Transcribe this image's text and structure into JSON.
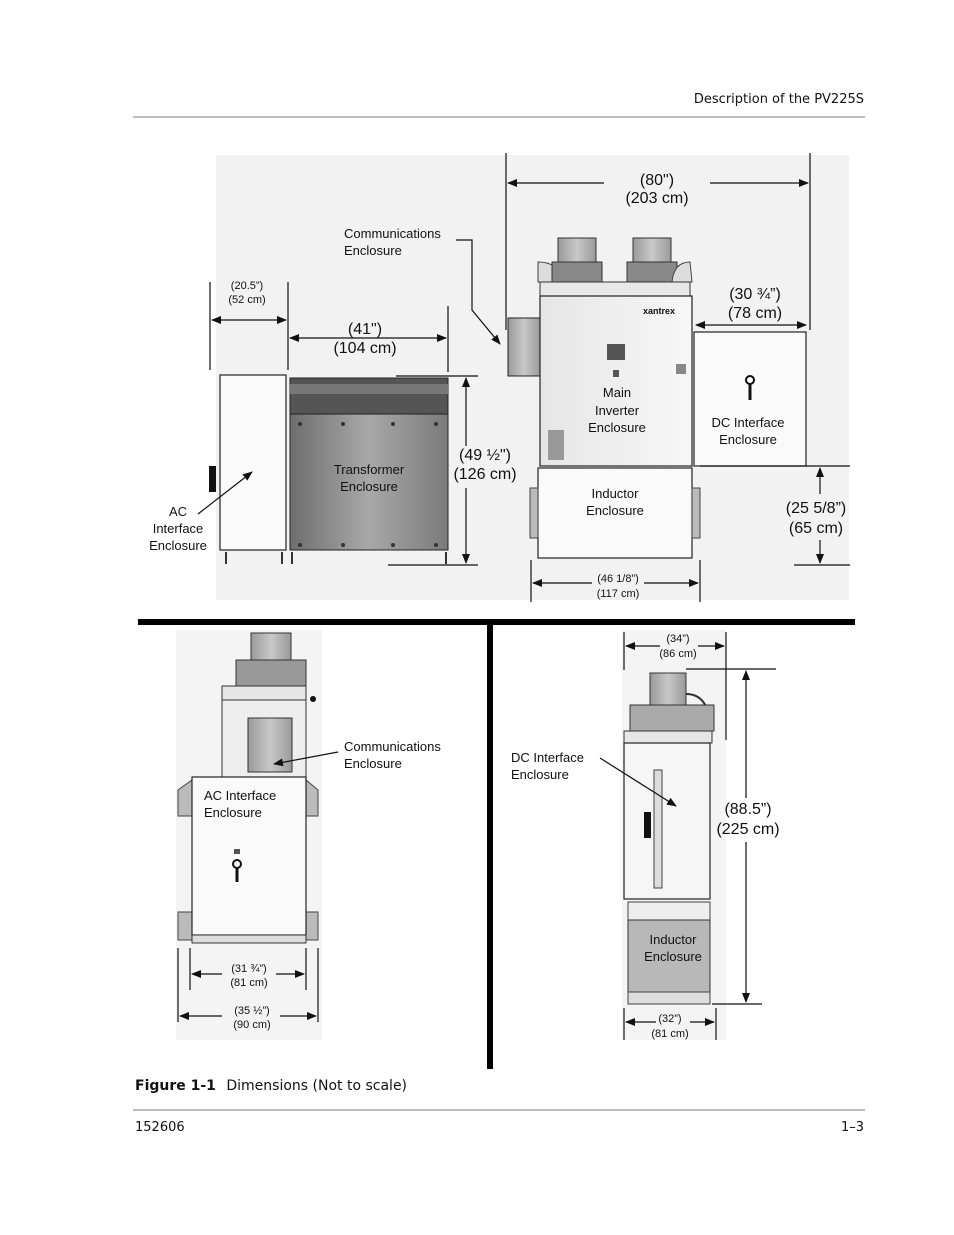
{
  "header": {
    "section_title": "Description of the PV225S"
  },
  "figure": {
    "number": "Figure 1-1",
    "caption": "Dimensions (Not to scale)",
    "brand_mark": "xantrex",
    "top_view": {
      "labels": {
        "communications_enclosure": [
          "Communications",
          "Enclosure"
        ],
        "ac_interface_enclosure": [
          "AC",
          "Interface",
          "Enclosure"
        ],
        "transformer_enclosure": [
          "Transformer",
          "Enclosure"
        ],
        "main_inverter_enclosure": [
          "Main",
          "Inverter",
          "Enclosure"
        ],
        "dc_interface_enclosure": [
          "DC Interface",
          "Enclosure"
        ],
        "inductor_enclosure": [
          "Inductor",
          "Enclosure"
        ]
      },
      "dimensions": {
        "overall_width": [
          "(80\")",
          "(203 cm)"
        ],
        "ac_depth": [
          "(20.5”)",
          "(52 cm)"
        ],
        "transformer_width": [
          "(41\")",
          "(104 cm)"
        ],
        "transformer_height": [
          "(49 ½\")",
          "(126 cm)"
        ],
        "dc_width": [
          "(30 ¾”)",
          "(78 cm)"
        ],
        "inductor_height": [
          "(25 5/8”)",
          "(65 cm)"
        ],
        "inverter_width": [
          "(46 1/8”)",
          "(117 cm)"
        ]
      }
    },
    "front_view": {
      "labels": {
        "communications_enclosure": [
          "Communications",
          "Enclosure"
        ],
        "ac_interface_enclosure": [
          "AC Interface",
          "Enclosure"
        ]
      },
      "dimensions": {
        "inner_width": [
          "(31 ¾”)",
          "(81 cm)"
        ],
        "outer_width": [
          "(35 ½”)",
          "(90 cm)"
        ]
      }
    },
    "side_view": {
      "labels": {
        "dc_interface_enclosure": [
          "DC Interface",
          "Enclosure"
        ],
        "inductor_enclosure": [
          "Inductor",
          "Enclosure"
        ]
      },
      "dimensions": {
        "top_width": [
          "(34”)",
          "(86 cm)"
        ],
        "height": [
          "(88.5”)",
          "(225 cm)"
        ],
        "base_width": [
          "(32”)",
          "(81 cm)"
        ]
      }
    }
  },
  "footer": {
    "doc_number": "152606",
    "page_number": "1–3"
  }
}
